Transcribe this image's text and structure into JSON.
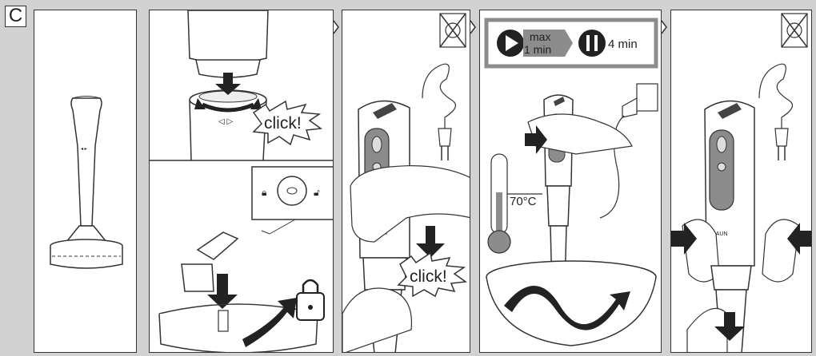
{
  "step_letter": "C",
  "labels": {
    "click_1": "click!",
    "click_2": "click!",
    "max_line1": "max",
    "max_line2": "1 min",
    "pause_time": "4 min",
    "temperature": "70°C",
    "brand": "BRAUN"
  },
  "colors": {
    "background": "#d2d2d2",
    "panel": "#ffffff",
    "outline": "#333333",
    "grey_fill": "#8c8c8c",
    "arrow": "#222222"
  }
}
